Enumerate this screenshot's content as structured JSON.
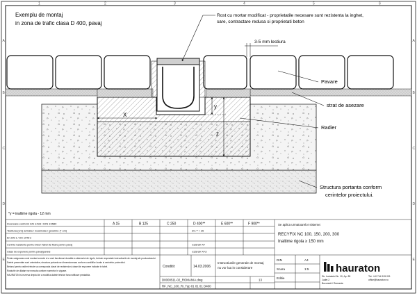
{
  "drawing": {
    "title_line1": "Exemplu de montaj",
    "title_line2": "in zona de trafic clasa D 400, pavaj",
    "callout_mortar_line1": "Rost cu mortar modificat - proprietatile necesare sunt rezistenta la inghet,",
    "callout_mortar_line2": "sare, contractare redusa si proprietati beton",
    "gap_label": "3-5 mm lestiura",
    "label_paving": "Pavare",
    "label_bedding": "strat de asezare",
    "label_foundation": "Radier",
    "label_base_line1": "Structura portanta conform",
    "label_base_line2": "cerintelor proiectului.",
    "dim_x": "X",
    "dim_y": "y",
    "dim_z": "z",
    "footnote": "*y = inaltime rigola - 12 mm"
  },
  "table": {
    "rows_left": [
      "Incercare conform EN 1433 / DIN 19580",
      "Tesitura (cm) armata / nearmata / grosime (* cm)",
      "En 206-1 / Din 1045-2",
      "Cerinte rezistenta pentru beton",
      "Tabel de fixare pentru pavaj",
      "Clase de expunere pentru pavaj/pavele"
    ],
    "classes": [
      "A 15",
      "B 125",
      "C 250",
      "D 400**",
      "E 600**",
      "F 900**"
    ],
    "d400_values": [
      "20 / * / 15",
      "C25/30 XF",
      "C25/30 XF3"
    ],
    "condition_label": "Conditii:",
    "date": "14.03.2006",
    "product_heading": "Se aplica urmatoarelor sisteme:",
    "product_line1": "RECYFIX NC  100, 150, 200, 300",
    "product_line2": "Inaltime rigola ≥ 150 mm",
    "doc_number": "D0000511-02_ROMANIA.dwg",
    "doc_title_line1": "Instructiunile generale de montaj",
    "doc_title_line2": "nu vor lua in considerare",
    "sheet_number": "13",
    "drawing_ref": "RF_NC_100_Ri_Typ 01 01 01 D400",
    "format_label": "DIN",
    "format_value": "A4",
    "scale_label": "Scara",
    "scale_value": "1:5",
    "edition_label": "Editie",
    "brand": "hauraton",
    "address_line1": "Str. Industriei Nr. 10, Ap. 85",
    "address_line2": "Judet 2",
    "address_line3": "Bucuresti / Romania",
    "phone": "Tel: +40 744 515 001",
    "email": "office@hauraton.ro",
    "notes_line1": "Pentru asigurarea unei montari corecte si a unei functionari durabile a sistemului de rigole, trebuie respectate instructiunile de montaj ale producatorului.",
    "notes_line2": "Datele prezentate sunt orientative; structura portanta se dimensioneaza conform conditiilor locale si cerintelor proiectului.",
    "notes_line3": "Betonul pentru radier trebuie sa corespunda clasei de rezistenta si clasei de expunere indicate in tabel.",
    "notes_line4": "Rosturile de dilatare se executa conform normelor in vigoare.",
    "notes_line5": "HAURATON isi rezerva dreptul de a modifica datele tehnice fara notificare prealabila."
  },
  "frame": {
    "top_numbers": [
      "1",
      "2",
      "3",
      "4",
      "5",
      "6"
    ],
    "side_letters": [
      "A",
      "B",
      "C",
      "D",
      "E"
    ]
  }
}
